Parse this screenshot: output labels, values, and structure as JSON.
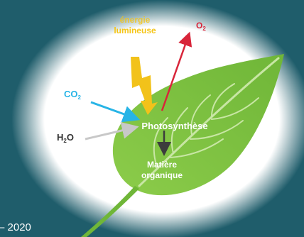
{
  "labels": {
    "light_line1": "énergie",
    "light_line2": "lumineuse",
    "oxygen_base": "O",
    "oxygen_sub": "2",
    "co2_base": "CO",
    "co2_sub": "2",
    "water_base": "H",
    "water_sub": "2",
    "water_end": "O",
    "process": "Photosynthèse",
    "product_line1": "Matière",
    "product_line2": "organique"
  },
  "footer": {
    "year": "– 2020"
  },
  "colors": {
    "background": "#1f5d6b",
    "vignette": "#ffffff",
    "leaf": "#7cc243",
    "leaf_dark": "#5fa82f",
    "vein": "#c8e6a4",
    "light_arrow": "#f2c21a",
    "oxygen_arrow": "#d8253a",
    "co2_arrow": "#27b4e6",
    "water_arrow": "#c8c8c8",
    "product_arrow": "#3c3c3c",
    "light_text": "#f5c518",
    "oxygen_text": "#d8253a",
    "co2_text": "#27b4e6",
    "water_text": "#333333",
    "process_text": "#ffffff",
    "product_text": "#ffffff"
  }
}
